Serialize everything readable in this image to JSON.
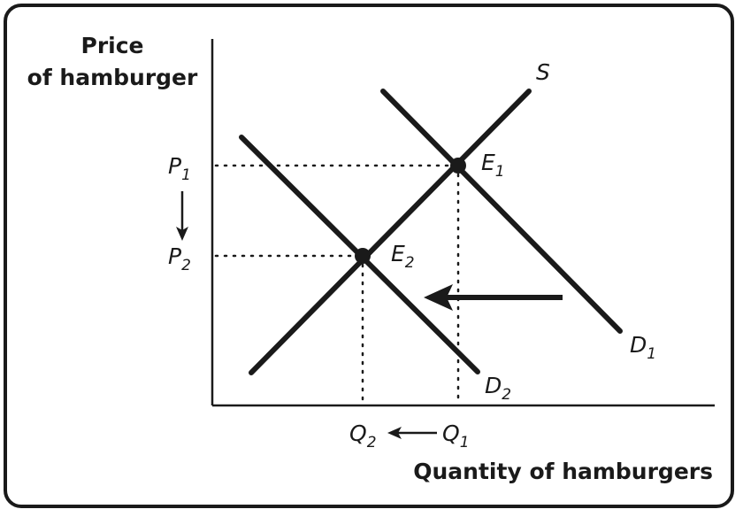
{
  "axes": {
    "y_title_line1": "Price",
    "y_title_line2": "of hamburger",
    "x_title": "Quantity of hamburgers"
  },
  "curves": {
    "supply": {
      "label": "S"
    },
    "demand1": {
      "label": "D",
      "sub": "1"
    },
    "demand2": {
      "label": "D",
      "sub": "2"
    }
  },
  "equilibria": {
    "e1": {
      "label": "E",
      "sub": "1"
    },
    "e2": {
      "label": "E",
      "sub": "2"
    }
  },
  "prices": {
    "p1": {
      "label": "P",
      "sub": "1"
    },
    "p2": {
      "label": "P",
      "sub": "2"
    }
  },
  "quantities": {
    "q1": {
      "label": "Q",
      "sub": "1"
    },
    "q2": {
      "label": "Q",
      "sub": "2"
    }
  },
  "colors": {
    "ink": "#1a1a1a",
    "background": "#ffffff"
  }
}
